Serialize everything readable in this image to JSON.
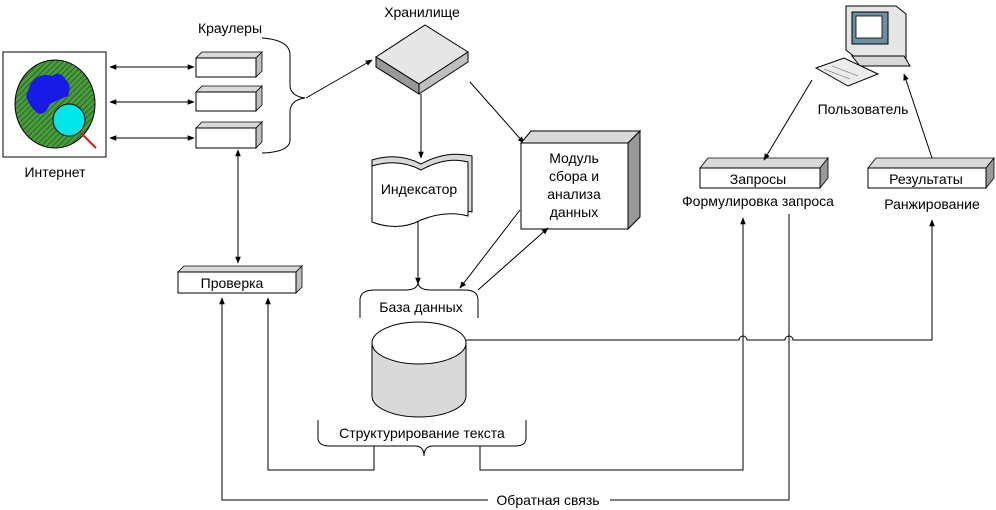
{
  "labels": {
    "internet": "Интернет",
    "crawlers": "Краулеры",
    "storage": "Хранилище",
    "indexer": "Индексатор",
    "module_line1": "Модуль",
    "module_line2": "сбора и",
    "module_line3": "анализа",
    "module_line4": "данных",
    "user": "Пользователь",
    "queries": "Запросы",
    "results": "Результаты",
    "query_formulation": "Формулировка запроса",
    "ranking": "Ранжирование",
    "check": "Проверка",
    "database": "База данных",
    "text_structuring": "Структурирование текста",
    "feedback": "Обратная связь"
  },
  "colors": {
    "globe_sea": "#4a9a3e",
    "globe_land": "#1a1ae6",
    "lens": "#00e5e5",
    "handle": "#cc2222",
    "shade": "#d9d9d9",
    "shade_dark": "#bfbfbf"
  }
}
